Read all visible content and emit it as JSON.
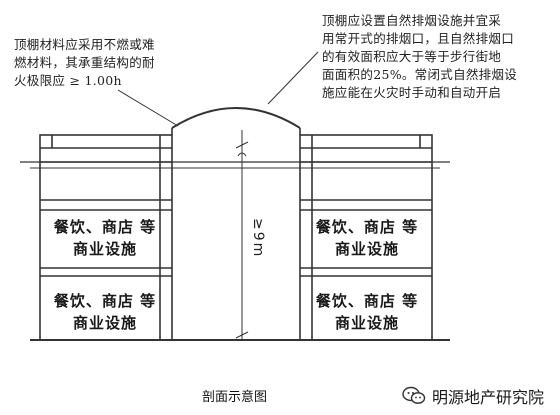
{
  "notes": {
    "left": "顶棚材料应采用不燃或难\n燃材料，其承重结构的耐\n火极限应 ≥ 1.00h",
    "right": "顶棚应设置自然排烟设施并宜采\n用常开式的排烟口，且自然排烟口\n的有效面积应大于等于步行街地\n面面积的25%。常闭式自然排烟设\n施应能在火灾时手动和自动开启"
  },
  "rooms": {
    "left_upper": "餐饮、商店\n等商业设施",
    "left_lower": "餐饮、商店\n等商业设施",
    "right_upper": "餐饮、商店\n等商业设施",
    "right_lower": "餐饮、商店\n等商业设施"
  },
  "dimension": "≥9m",
  "caption": "剖面示意图",
  "watermark": {
    "text": "明源地产研究院",
    "icon": "wechat-icon"
  }
}
